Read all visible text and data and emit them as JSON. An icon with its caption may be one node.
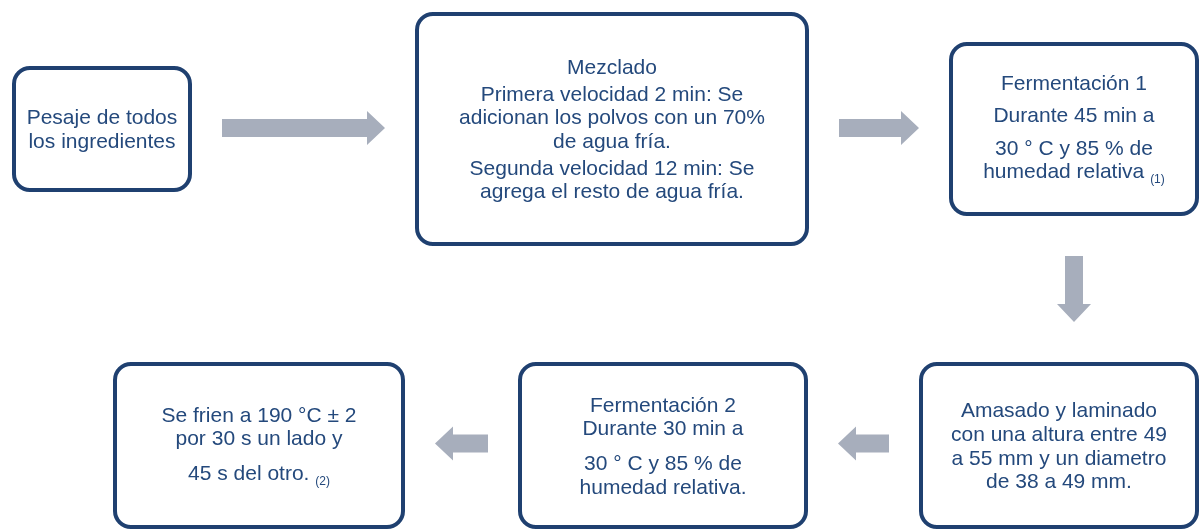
{
  "diagram": {
    "nodes": [
      {
        "text": [
          "Pesaje de todos los ingredientes"
        ]
      },
      {
        "text": [
          "Mezclado",
          "Primera velocidad 2 min: Se adicionan los polvos con un 70% de agua fría.",
          "Segunda velocidad 12 min: Se agrega el resto de agua fría."
        ]
      },
      {
        "text": [
          "Fermentación 1",
          "Durante 45 min a",
          "30 ° C  y 85 % de humedad relativa $_{(1)}$"
        ]
      },
      {
        "text": [
          "Amasado y laminado con una altura entre 49 a 55 mm y un diametro de 38 a 49 mm."
        ]
      },
      {
        "text": [
          "Fermentación 2 Durante 30 min a",
          "30 ° C y 85 % de humedad relativa."
        ]
      },
      {
        "text": [
          "Se frien a 190 °C ± 2 por 30 s un lado y",
          "45 s del otro. $_{(2)}$"
        ]
      }
    ],
    "edges": [
      {
        "from": 0,
        "to": 1,
        "arrow": "to"
      },
      {
        "from": 1,
        "to": 2,
        "arrow": "to"
      },
      {
        "from": 2,
        "to": 3,
        "arrow": "to"
      },
      {
        "from": 3,
        "to": 4,
        "arrow": "to"
      },
      {
        "from": 4,
        "to": 5,
        "arrow": "to"
      }
    ]
  }
}
